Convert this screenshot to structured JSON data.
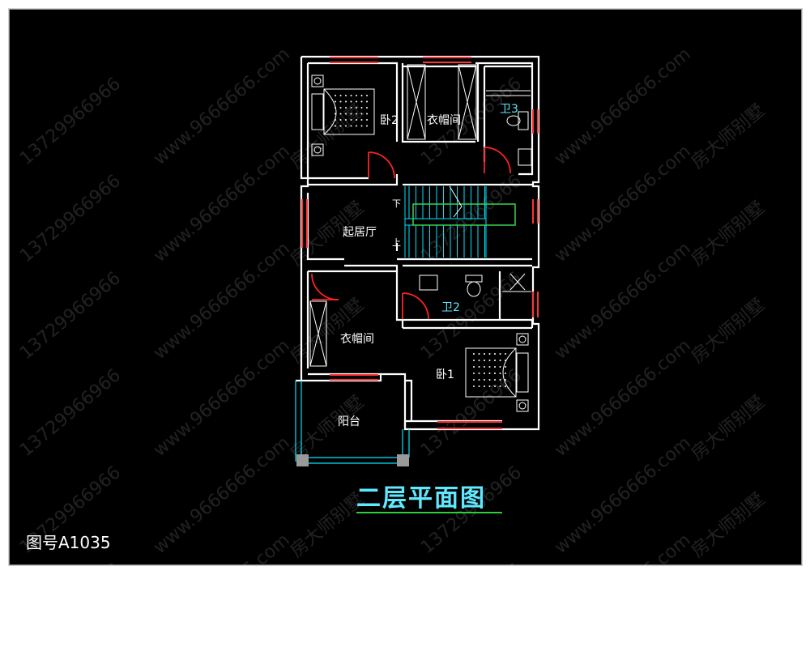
{
  "title": "二层平面图",
  "drawing_number": "图号A1035",
  "rooms": {
    "bedroom2": "卧2",
    "cloakroom_top": "衣帽间",
    "bath3": "卫3",
    "living": "起居厅",
    "bath2": "卫2",
    "cloakroom_bottom": "衣帽间",
    "bedroom1": "卧1",
    "balcony": "阳台",
    "stair_up": "上",
    "stair_down": "下"
  },
  "watermark": {
    "phone": "13729966966",
    "site": "www.9666666.com",
    "brand": "房大师别墅"
  },
  "colors": {
    "wall": "#ffffff",
    "window": "#ff3333",
    "door": "#ff2222",
    "stair": "#00e5ff",
    "stair_landing": "#39d353",
    "furniture": "#ffffff",
    "title": "#5fe8ff",
    "underline": "#2ecc40"
  }
}
